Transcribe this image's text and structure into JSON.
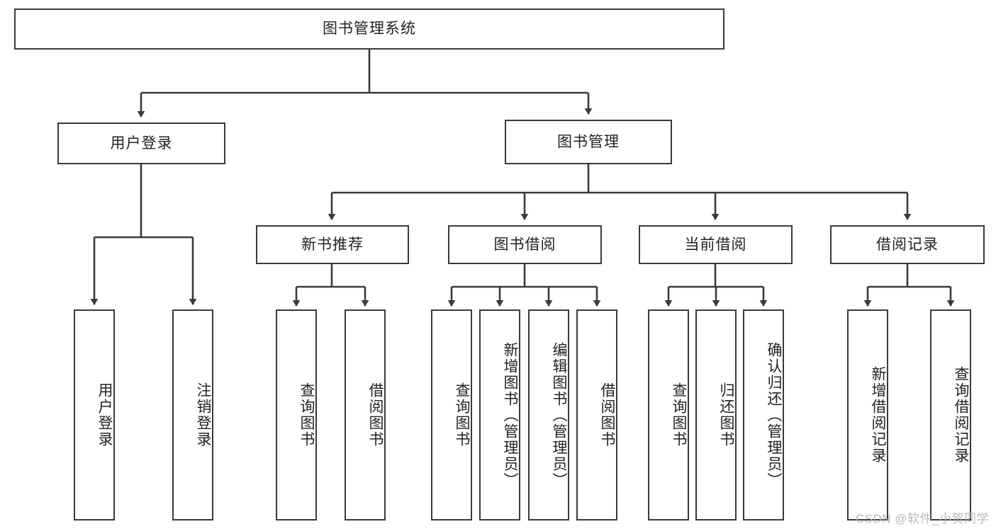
{
  "diagram": {
    "title": "图书管理系统",
    "type": "tree-hierarchy",
    "watermark": "CSDN @软件_小贺同学",
    "colors": {
      "stroke": "#3a3a3a",
      "fill": "#ffffff",
      "text": "#222222",
      "watermark": "#b9b9b9"
    }
  },
  "nodes": {
    "root": {
      "label": "图书管理系统"
    },
    "level1": [
      {
        "id": "user-login",
        "label": "用户登录"
      },
      {
        "id": "book-manage",
        "label": "图书管理"
      }
    ],
    "level2": [
      {
        "id": "new-book-recommend",
        "label": "新书推荐"
      },
      {
        "id": "book-borrow",
        "label": "图书借阅"
      },
      {
        "id": "current-borrow",
        "label": "当前借阅"
      },
      {
        "id": "borrow-record",
        "label": "借阅记录"
      }
    ],
    "leaves": {
      "user_login": [
        {
          "id": "leaf-user-login",
          "label": "用户登录"
        },
        {
          "id": "leaf-logout-login",
          "label": "注销登录"
        }
      ],
      "new_book_recommend": [
        {
          "id": "leaf-query-book-1",
          "label": "查询图书"
        },
        {
          "id": "leaf-borrow-book-1",
          "label": "借阅图书"
        }
      ],
      "book_borrow": [
        {
          "id": "leaf-query-book-2",
          "label": "查询图书"
        },
        {
          "id": "leaf-add-book-admin",
          "label": "新增图书（管理员）"
        },
        {
          "id": "leaf-edit-book-admin",
          "label": "编辑图书（管理员）"
        },
        {
          "id": "leaf-borrow-book-2",
          "label": "借阅图书"
        }
      ],
      "current_borrow": [
        {
          "id": "leaf-query-book-3",
          "label": "查询图书"
        },
        {
          "id": "leaf-return-book",
          "label": "归还图书"
        },
        {
          "id": "leaf-confirm-return-admin",
          "label": "确认归还（管理员）"
        }
      ],
      "borrow_record": [
        {
          "id": "leaf-add-borrow-record",
          "label": "新增借阅记录"
        },
        {
          "id": "leaf-query-borrow-record",
          "label": "查询借阅记录"
        }
      ]
    }
  }
}
